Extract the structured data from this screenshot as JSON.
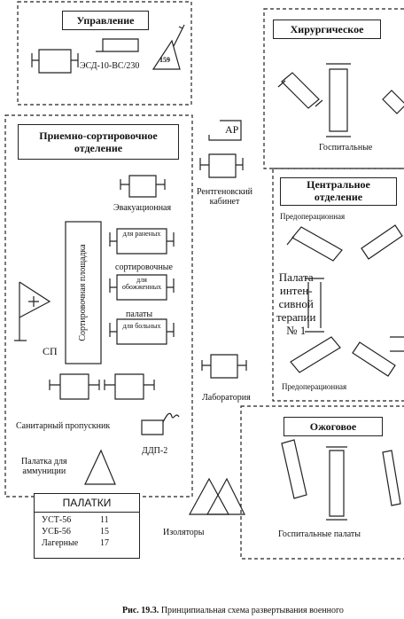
{
  "departments": {
    "upravlenie": {
      "title": "Управление",
      "equipment_label": "ЭСД-10-ВС/230",
      "mark_number": "159"
    },
    "khirurgicheskoe": {
      "title": "Хирургическое",
      "tents_label": "Госпитальные"
    },
    "priemno": {
      "title_line1": "Приемно-сортировочное",
      "title_line2": "отделение",
      "evacuation_label": "Эвакуационная",
      "platform_label": "Сортировочная площадка",
      "tent_wounded": "для раненых",
      "sorting_label": "сортировочные",
      "tent_burned": "для обожженных",
      "wards_label": "палаты",
      "tent_sick": "для больных",
      "sp_label": "СП",
      "sanitary_label": "Санитарный пропускник",
      "ddp_label": "ДДП-2",
      "ammo_tent_label_line1": "Палатка для",
      "ammo_tent_label_line2": "аммуниции"
    },
    "rentgen": {
      "ar_label": "АР",
      "label_line1": "Рентгеновский",
      "label_line2": "кабинет"
    },
    "laboratoriya": {
      "label": "Лаборатория"
    },
    "centralnoe": {
      "title_line1": "Центральное",
      "title_line2": "отделение",
      "preop_label": "Предоперационная",
      "icu_line1": "Палата",
      "icu_line2": "интен-",
      "icu_line3": "сивной",
      "icu_line4": "терапии",
      "icu_line5": "№ 1",
      "preop_label_bottom": "Предоперационная"
    },
    "ozhogovoe": {
      "title": "Ожоговое",
      "wards_label": "Госпитальные палаты"
    },
    "izolyatory": {
      "label": "Изоляторы"
    }
  },
  "tents_table": {
    "title": "ПАЛАТКИ",
    "rows": [
      {
        "name": "УСТ-56",
        "count": "11"
      },
      {
        "name": "УСБ-56",
        "count": "15"
      },
      {
        "name": "Лагерные",
        "count": "17"
      }
    ]
  },
  "caption": {
    "prefix": "Рис. 19.3.",
    "text": "Принципиальная схема развертывания военного"
  }
}
